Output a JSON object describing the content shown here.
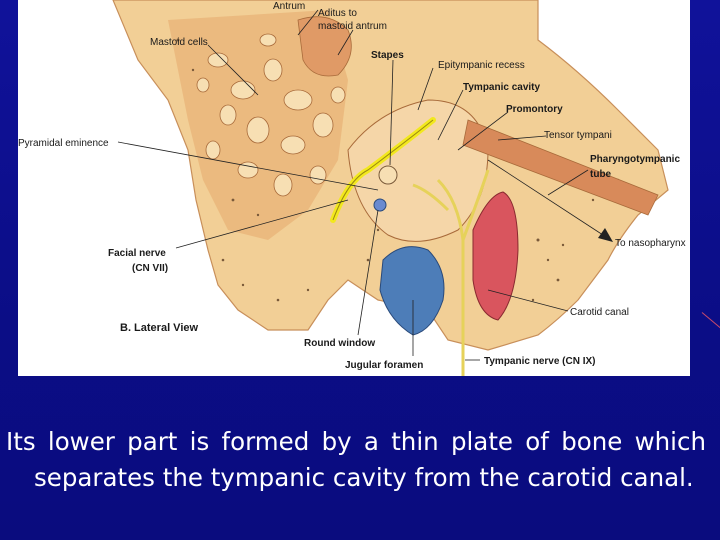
{
  "figure": {
    "labels": {
      "antrum": "Antrum",
      "aditus_line1": "Aditus to",
      "aditus_line2": "mastoid antrum",
      "mastoid_cells": "Mastoid cells",
      "stapes": "Stapes",
      "epitympanic_recess": "Epitympanic recess",
      "tympanic_cavity": "Tympanic cavity",
      "promontory": "Promontory",
      "tensor_tympani": "Tensor tympani",
      "pyramidal_eminence": "Pyramidal eminence",
      "pharyngotympanic_line1": "Pharyngotympanic",
      "pharyngotympanic_line2": "tube",
      "to_nasopharynx": "To nasopharynx",
      "facial_nerve_line1": "Facial nerve",
      "facial_nerve_line2": "(CN VII)",
      "carotid_canal": "Carotid canal",
      "lateral_view": "B. Lateral View",
      "round_window": "Round window",
      "jugular_foramen": "Jugular foramen",
      "tympanic_nerve": "Tympanic nerve (CN IX)"
    },
    "colors": {
      "bone": "#f2cf96",
      "bone_dark": "#e8b377",
      "cells": "#f7dfb3",
      "facial_nerve": "#f2e81e",
      "tympanic_nerve": "#e6d25a",
      "jugular": "#4d7db8",
      "carotid": "#d9555e",
      "muscle": "#d88a5a"
    }
  },
  "caption": {
    "text": "Its lower part is formed by a thin plate of bone which separates the tympanic cavity from the carotid canal."
  }
}
